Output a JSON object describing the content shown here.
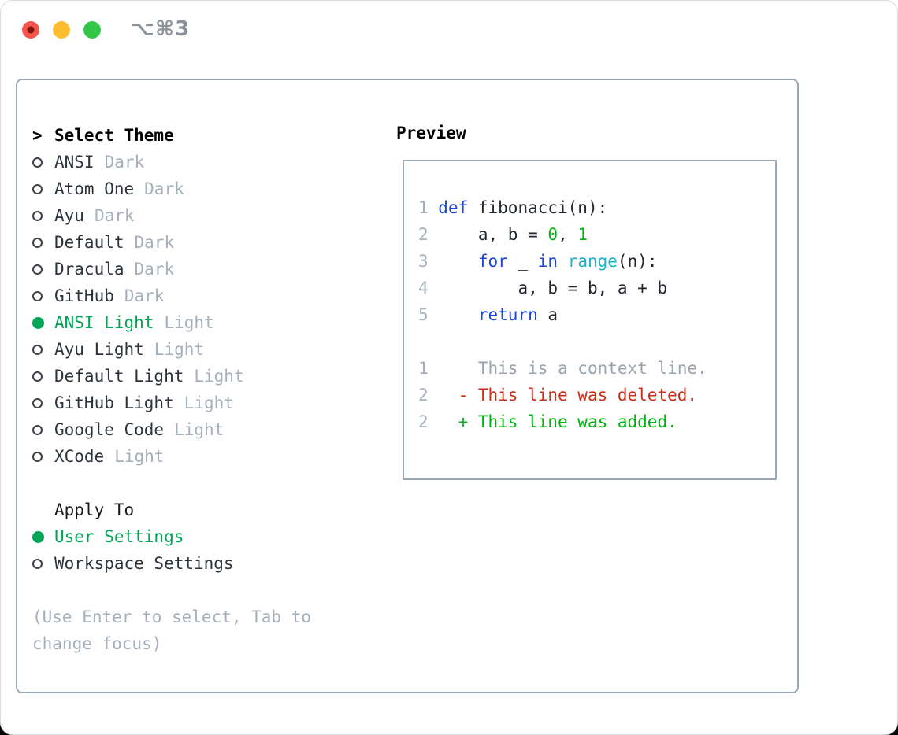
{
  "titlebar": {
    "shortcut": "⌥⌘3"
  },
  "left": {
    "prompt": ">",
    "title": "Select Theme",
    "themes": [
      {
        "name": "ANSI",
        "tag": "Dark",
        "selected": false
      },
      {
        "name": "Atom One",
        "tag": "Dark",
        "selected": false
      },
      {
        "name": "Ayu",
        "tag": "Dark",
        "selected": false
      },
      {
        "name": "Default",
        "tag": "Dark",
        "selected": false
      },
      {
        "name": "Dracula",
        "tag": "Dark",
        "selected": false
      },
      {
        "name": "GitHub",
        "tag": "Dark",
        "selected": false
      },
      {
        "name": "ANSI Light",
        "tag": "Light",
        "selected": true
      },
      {
        "name": "Ayu Light",
        "tag": "Light",
        "selected": false
      },
      {
        "name": "Default Light",
        "tag": "Light",
        "selected": false
      },
      {
        "name": "GitHub Light",
        "tag": "Light",
        "selected": false
      },
      {
        "name": "Google Code",
        "tag": "Light",
        "selected": false
      },
      {
        "name": "XCode",
        "tag": "Light",
        "selected": false
      }
    ],
    "apply_title": "Apply To",
    "apply_options": [
      {
        "name": "User Settings",
        "selected": true
      },
      {
        "name": "Workspace Settings",
        "selected": false
      }
    ],
    "help_line1": "(Use Enter to select, Tab to",
    "help_line2": "change focus)"
  },
  "preview": {
    "title": "Preview",
    "lines": [
      [
        [
          "n",
          "1"
        ],
        [
          "kw",
          " def"
        ],
        [
          "pl",
          " fibonacci(n):"
        ]
      ],
      [
        [
          "n",
          "2"
        ],
        [
          "pl",
          "     a, b = "
        ],
        [
          "num",
          "0"
        ],
        [
          "pl",
          ", "
        ],
        [
          "num",
          "1"
        ]
      ],
      [
        [
          "n",
          "3"
        ],
        [
          "pl",
          "     "
        ],
        [
          "kw",
          "for"
        ],
        [
          "pl",
          " _ "
        ],
        [
          "kw",
          "in"
        ],
        [
          "pl",
          " "
        ],
        [
          "fn",
          "range"
        ],
        [
          "pl",
          "(n):"
        ]
      ],
      [
        [
          "n",
          "4"
        ],
        [
          "pl",
          "         a, b = b, a + b"
        ]
      ],
      [
        [
          "n",
          "5"
        ],
        [
          "pl",
          "     "
        ],
        [
          "kw",
          "return"
        ],
        [
          "pl",
          " a"
        ]
      ],
      [],
      [
        [
          "n",
          "1"
        ],
        [
          "ctx",
          "     This is a context line."
        ]
      ],
      [
        [
          "n",
          "2"
        ],
        [
          "del",
          "   - This line was deleted."
        ]
      ],
      [
        [
          "n",
          "2"
        ],
        [
          "add",
          "   + This line was added."
        ]
      ]
    ]
  },
  "colors": {
    "selection_green": "#00a655",
    "added_green": "#00b212",
    "deleted_red": "#cc2d16",
    "keyword_blue": "#1b46d9",
    "function_cyan": "#1fb3c9",
    "muted_gray": "#a6b0bc",
    "frame_border": "#9ca8b4",
    "traffic_red": "#f4544d",
    "traffic_yellow": "#fcbe30",
    "traffic_green": "#33c748"
  }
}
